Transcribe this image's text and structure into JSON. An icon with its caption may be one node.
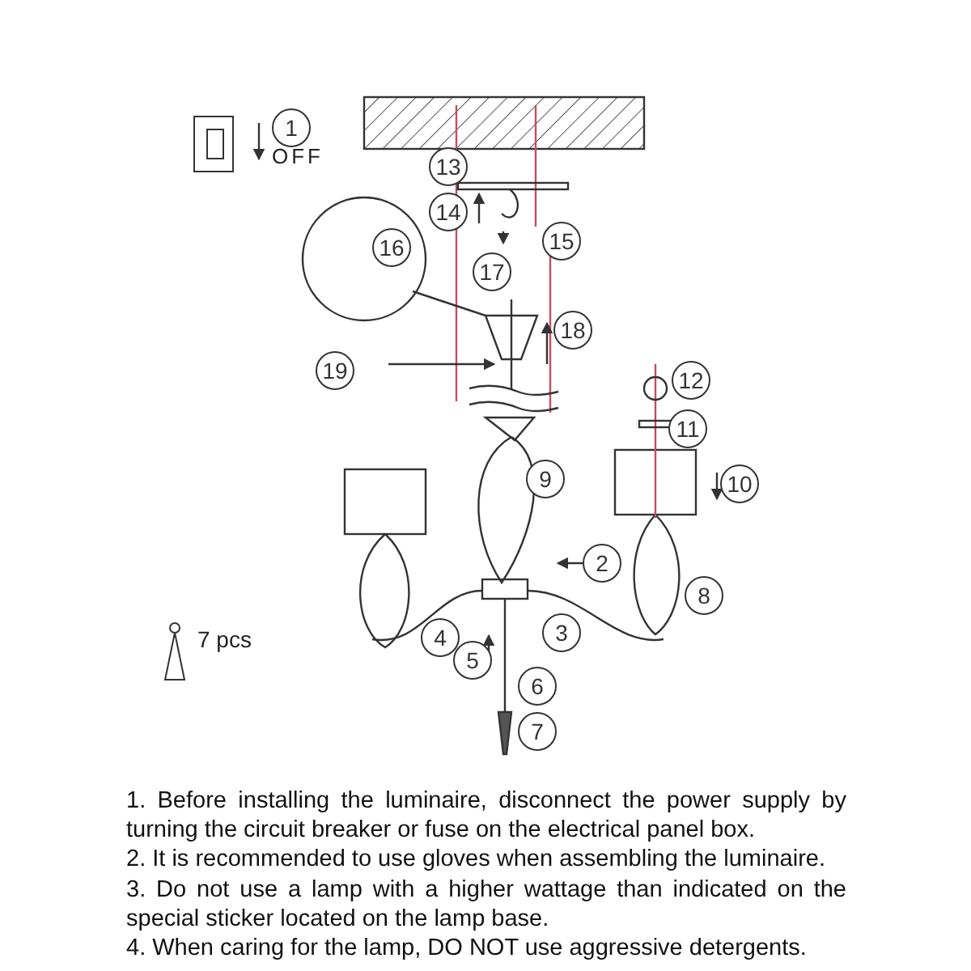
{
  "diagram": {
    "labels": [
      "1",
      "OFF",
      "13",
      "14",
      "16",
      "15",
      "17",
      "18",
      "19",
      "12",
      "11",
      "9",
      "10",
      "2",
      "8",
      "3",
      "4",
      "5",
      "6",
      "7",
      "7 pcs",
      "1. Before installing the luminaire, disconnect the power supply by turning the circuit breaker or fuse on the electrical panel box.",
      "2. It is recommended to use gloves when assembling the luminaire.",
      "3. Do not use a lamp with a higher wattage than indicated on the special sticker located on the lamp base.",
      "4. When caring for the lamp, DO NOT use aggressive detergents."
    ]
  }
}
